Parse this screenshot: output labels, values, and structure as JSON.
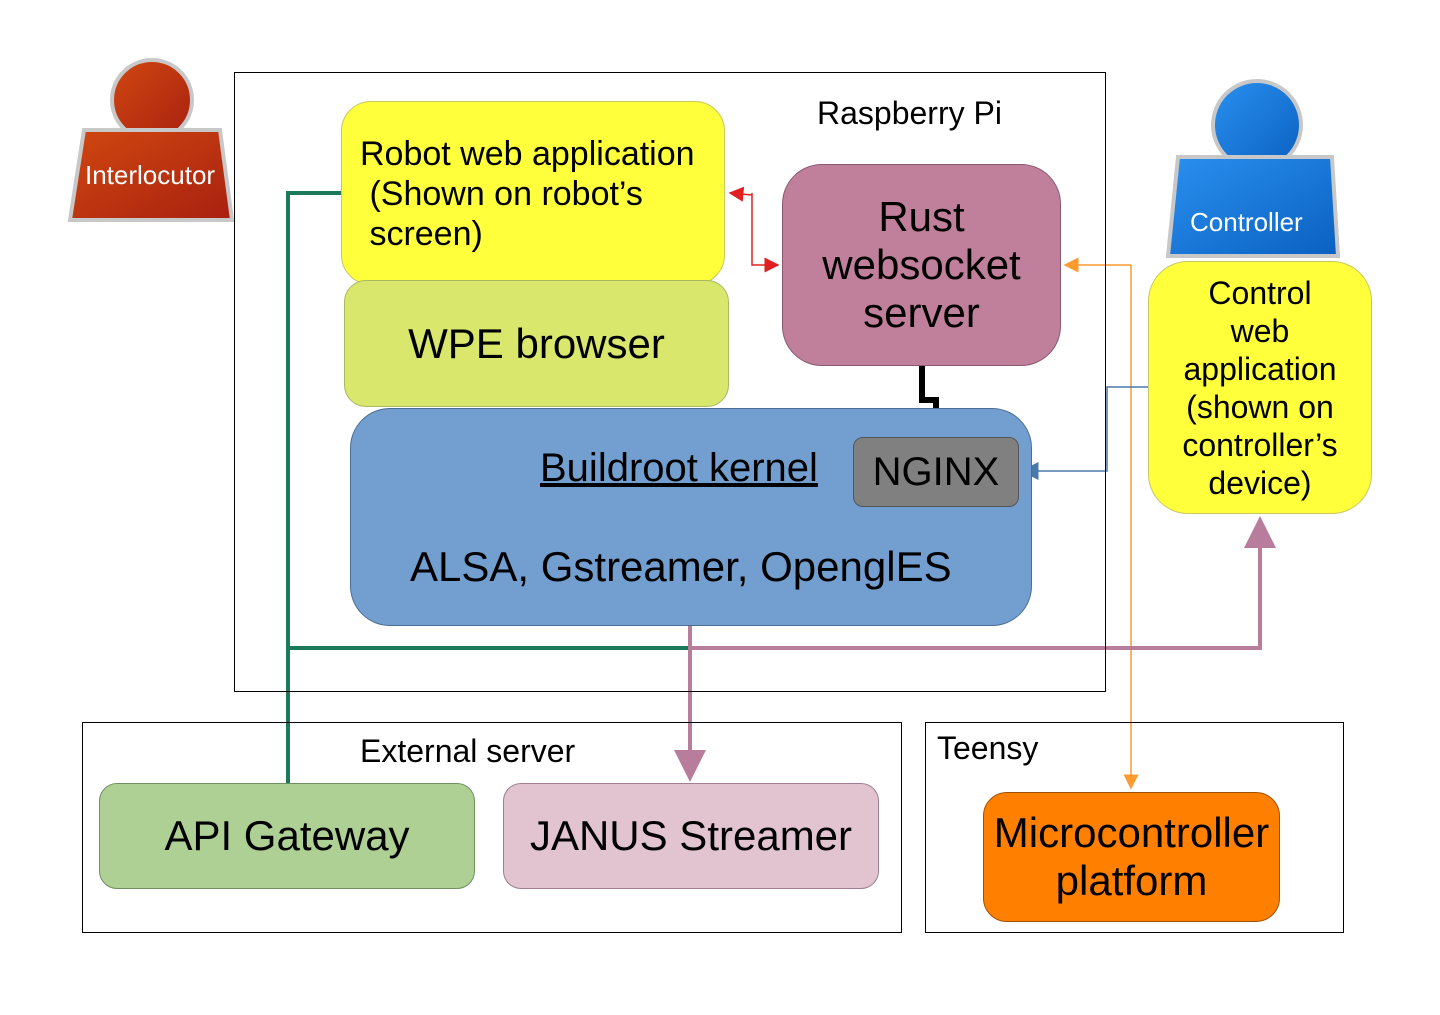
{
  "frames": {
    "raspberry_pi": "Raspberry Pi",
    "external_server": "External server",
    "teensy": "Teensy"
  },
  "actors": {
    "interlocutor": "Interlocutor",
    "controller": "Controller"
  },
  "components": {
    "robot_web_app": "Robot web application\n (Shown on robot’s\n screen)",
    "wpe_browser": "WPE browser",
    "rust_server_line1": "Rust",
    "rust_server_line2": "websocket",
    "rust_server_line3": "server",
    "buildroot_kernel": "Buildroot kernel",
    "nginx": "NGINX",
    "kernel_libs": "ALSA, Gstreamer, OpenglES",
    "control_app_line1": "Control",
    "control_app_line2": "web",
    "control_app_line3": "application",
    "control_app_line4": "(shown on",
    "control_app_line5": "controller’s",
    "control_app_line6": "device)",
    "api_gateway": "API Gateway",
    "janus_streamer": "JANUS Streamer",
    "micro_line1": "Microcontroller",
    "micro_line2": "platform"
  },
  "colors": {
    "interlocutor": "#c03a0e",
    "controller": "#1a7fe0",
    "green_link": "#1a7a5a",
    "mauve_link": "#b87c9c",
    "orange_link": "#ff9a30",
    "red_link": "#e02020",
    "blue_link": "#4a78a8",
    "black_link": "#000000"
  }
}
